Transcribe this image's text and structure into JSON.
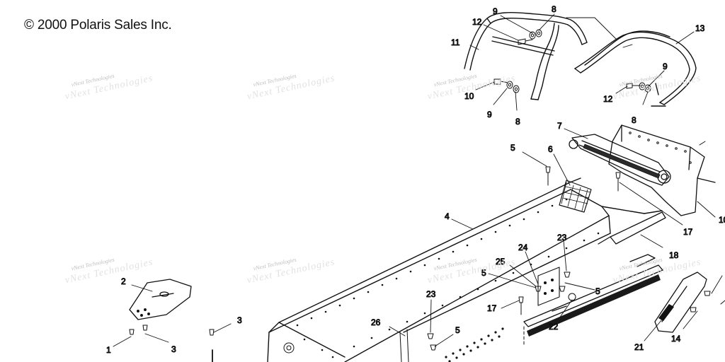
{
  "copyright": "© 2000 Polaris Sales Inc.",
  "watermark": "vNext Technologies",
  "callouts": [
    {
      "id": "c9a",
      "text": "9"
    },
    {
      "id": "c8a",
      "text": "8"
    },
    {
      "id": "c12a",
      "text": "12"
    },
    {
      "id": "c11",
      "text": "11"
    },
    {
      "id": "c13",
      "text": "13"
    },
    {
      "id": "c10a",
      "text": "10"
    },
    {
      "id": "c9b",
      "text": "9"
    },
    {
      "id": "c8b",
      "text": "8"
    },
    {
      "id": "c9c",
      "text": "9"
    },
    {
      "id": "c12b",
      "text": "12"
    },
    {
      "id": "c8c",
      "text": "8"
    },
    {
      "id": "c7",
      "text": "7"
    },
    {
      "id": "c5a",
      "text": "5"
    },
    {
      "id": "c6",
      "text": "6"
    },
    {
      "id": "c4",
      "text": "4"
    },
    {
      "id": "c17a",
      "text": "17"
    },
    {
      "id": "c10b",
      "text": "10"
    },
    {
      "id": "c18",
      "text": "18"
    },
    {
      "id": "c23a",
      "text": "23"
    },
    {
      "id": "c24",
      "text": "24"
    },
    {
      "id": "c25",
      "text": "25"
    },
    {
      "id": "c5b",
      "text": "5"
    },
    {
      "id": "c5c",
      "text": "5"
    },
    {
      "id": "c17b",
      "text": "17"
    },
    {
      "id": "c22",
      "text": "22"
    },
    {
      "id": "c23b",
      "text": "23"
    },
    {
      "id": "c26",
      "text": "26"
    },
    {
      "id": "c5d",
      "text": "5"
    },
    {
      "id": "c2",
      "text": "2"
    },
    {
      "id": "c3a",
      "text": "3"
    },
    {
      "id": "c3b",
      "text": "3"
    },
    {
      "id": "c1",
      "text": "1"
    },
    {
      "id": "c21",
      "text": "21"
    },
    {
      "id": "c14",
      "text": "14"
    }
  ]
}
